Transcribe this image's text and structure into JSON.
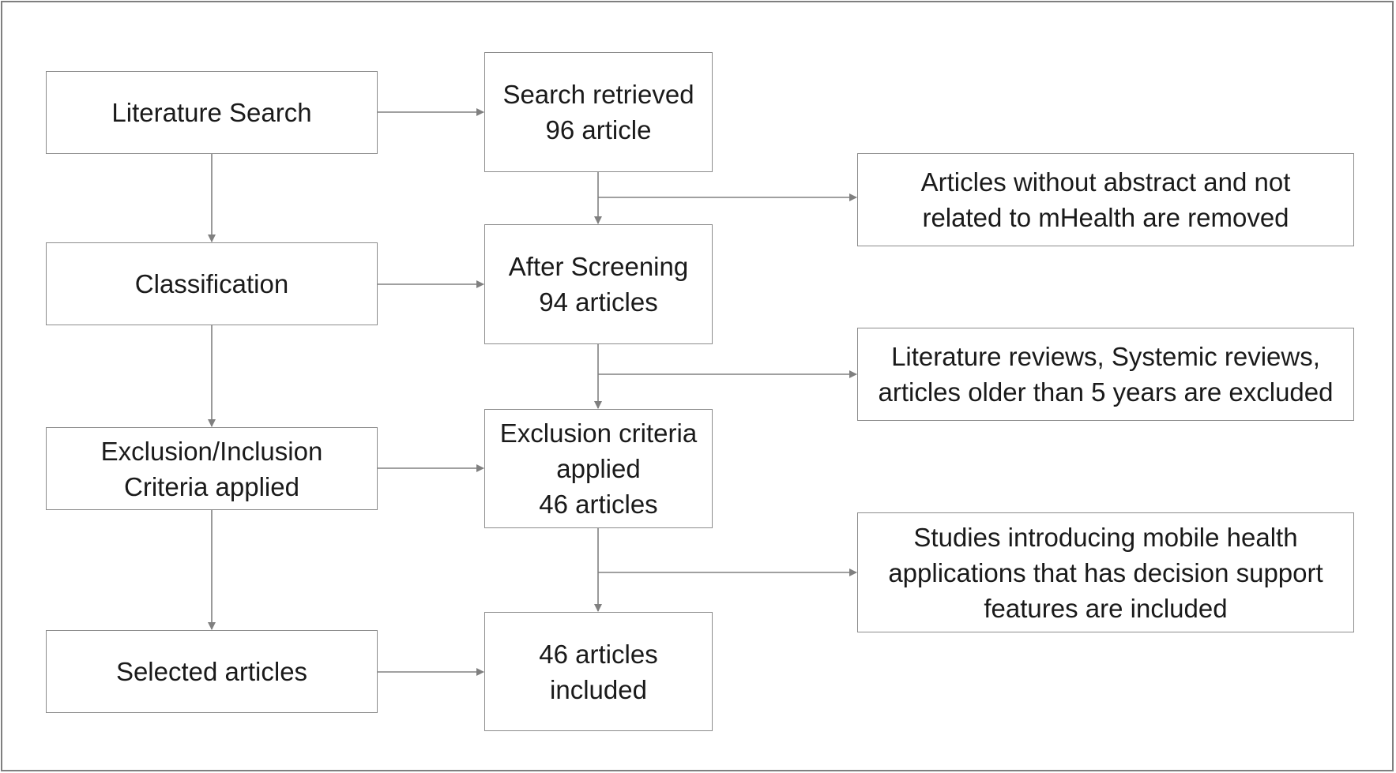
{
  "left_column": [
    {
      "text": "Literature Search"
    },
    {
      "text": "Classification"
    },
    {
      "text": "Exclusion/Inclusion\nCriteria applied"
    },
    {
      "text": "Selected articles"
    }
  ],
  "middle_column": [
    {
      "text": "Search retrieved\n96 article"
    },
    {
      "text": "After Screening\n94 articles"
    },
    {
      "text": "Exclusion criteria\napplied\n46 articles"
    },
    {
      "text": "46 articles\nincluded"
    }
  ],
  "right_column": [
    {
      "text": "Articles without abstract and not\nrelated to mHealth are removed"
    },
    {
      "text": "Literature reviews, Systemic reviews,\narticles older than 5 years are excluded"
    },
    {
      "text": "Studies introducing mobile health\napplications that has decision support\nfeatures are included"
    }
  ],
  "colors": {
    "box_border": "#8c8c8c",
    "arrow": "#808080",
    "frame": "#7f7f7f",
    "text": "#1a1a1a"
  }
}
